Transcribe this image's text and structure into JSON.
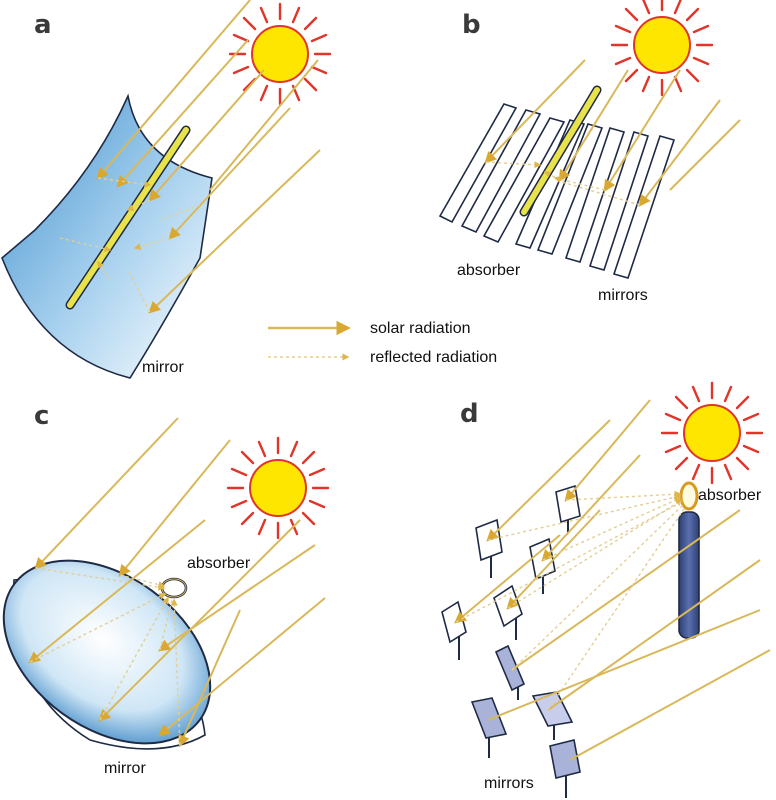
{
  "panels": {
    "a": {
      "letter": "a",
      "mirror_label": "mirror"
    },
    "b": {
      "letter": "b",
      "absorber_label": "absorber",
      "mirrors_label": "mirrors"
    },
    "c": {
      "letter": "c",
      "absorber_label": "absorber",
      "mirror_label": "mirror"
    },
    "d": {
      "letter": "d",
      "absorber_label": "absorber",
      "mirrors_label": "mirrors"
    }
  },
  "legend": {
    "solar": "solar radiation",
    "reflected": "reflected radiation"
  },
  "colors": {
    "sun_fill": "#ffe600",
    "sun_rays": "#e0352b",
    "solar_ray": "#d9b85a",
    "reflected_ray": "#e2cf96",
    "mirror_blue": "#4a9bd6",
    "tower": "#3a4f8a"
  }
}
